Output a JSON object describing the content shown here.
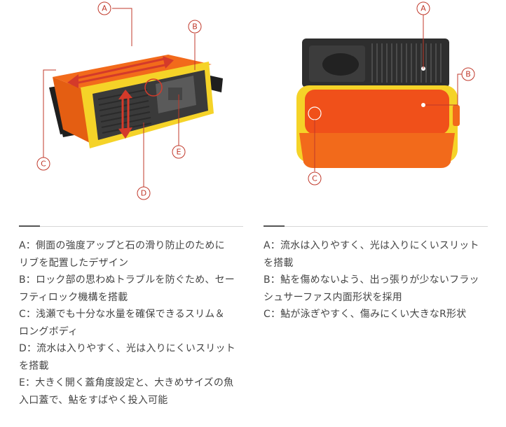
{
  "left": {
    "callouts": {
      "a": "A",
      "b": "B",
      "c": "C",
      "d": "D",
      "e": "E"
    },
    "descriptions": [
      "A：側面の強度アップと石の滑り防止のために",
      "リブを配置したデザイン",
      "B：ロック部の思わぬトラブルを防ぐため、セー",
      "フティロック機構を搭載",
      "C：浅瀬でも十分な水量を確保できるスリム＆",
      "ロングボディ",
      "D：流水は入りやすく、光は入りにくいスリット",
      "を搭載",
      "E：大きく開く蓋角度設定と、大きめサイズの魚",
      "入口蓋で、鮎をすばやく投入可能"
    ]
  },
  "right": {
    "callouts": {
      "a": "A",
      "b": "B",
      "c": "C"
    },
    "descriptions": [
      "A：流水は入りやすく、光は入りにくいスリット",
      "を搭載",
      "B：鮎を傷めないよう、出っ張りが少ないフラッ",
      "シュサーファス内面形状を採用",
      "C：鮎が泳ぎやすく、傷みにくい大きなR形状"
    ]
  },
  "colors": {
    "orange": "#f26a1b",
    "yellow": "#f5d328",
    "dark": "#2e2e2e",
    "callout": "#c0392b"
  }
}
